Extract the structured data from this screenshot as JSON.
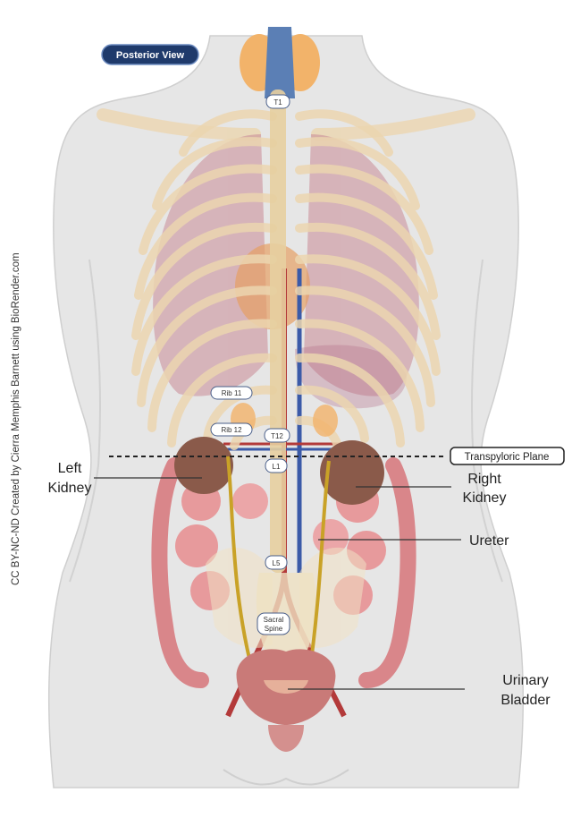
{
  "view_label": "Posterior View",
  "credit": "CC BY-NC-ND Created by Cierra Memphis Barnett using BioRender.com",
  "vertebra_tags": {
    "t1": "T1",
    "rib11": "Rib 11",
    "rib12": "Rib 12",
    "t12": "T12",
    "l1": "L1",
    "l5": "L5",
    "sacral_line1": "Sacral",
    "sacral_line2": "Spine"
  },
  "callouts": {
    "transpyloric_plane": "Transpyloric Plane",
    "left_kidney_line1": "Left",
    "left_kidney_line2": "Kidney",
    "right_kidney_line1": "Right",
    "right_kidney_line2": "Kidney",
    "ureter": "Ureter",
    "bladder_line1": "Urinary",
    "bladder_line2": "Bladder"
  },
  "colors": {
    "view_badge": "#1f3a6b",
    "body_silhouette": "#e6e6e6",
    "rib": "#ecd6b0",
    "lung": "#c98a96",
    "kidney": "#8a5a4a",
    "ureter": "#c9a227",
    "artery": "#b33a3a",
    "vein": "#3b5aa8",
    "intestine": "#d9868a",
    "bladder": "#c97a78",
    "thyroid": "#f2b36a"
  }
}
